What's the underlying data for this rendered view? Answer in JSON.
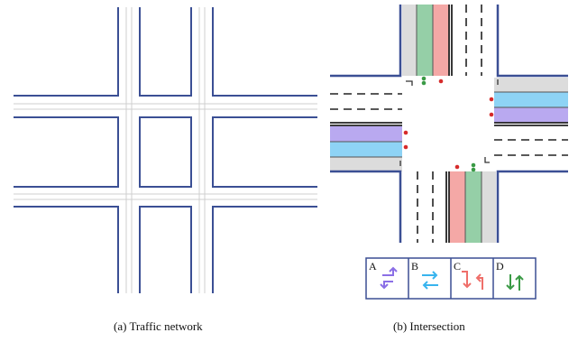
{
  "captions": {
    "network": "(a) Traffic network",
    "intersection": "(b) Intersection"
  },
  "phases": [
    {
      "label": "A",
      "icon": "left-turn-arrows-icon"
    },
    {
      "label": "B",
      "icon": "straight-through-arrows-icon"
    },
    {
      "label": "C",
      "icon": "left-turn-arrows-icon"
    },
    {
      "label": "D",
      "icon": "straight-through-arrows-icon"
    }
  ],
  "colors": {
    "road_edge": "#3b4f94",
    "lane_gray": "#dcdcdc",
    "phase_a_purple": "#b9a9f0",
    "phase_b_blue": "#8ed3f5",
    "phase_c_red": "#f4a8a6",
    "phase_d_green": "#95cfa7",
    "signal_red": "#d62b2b",
    "signal_green": "#3a9a45"
  }
}
